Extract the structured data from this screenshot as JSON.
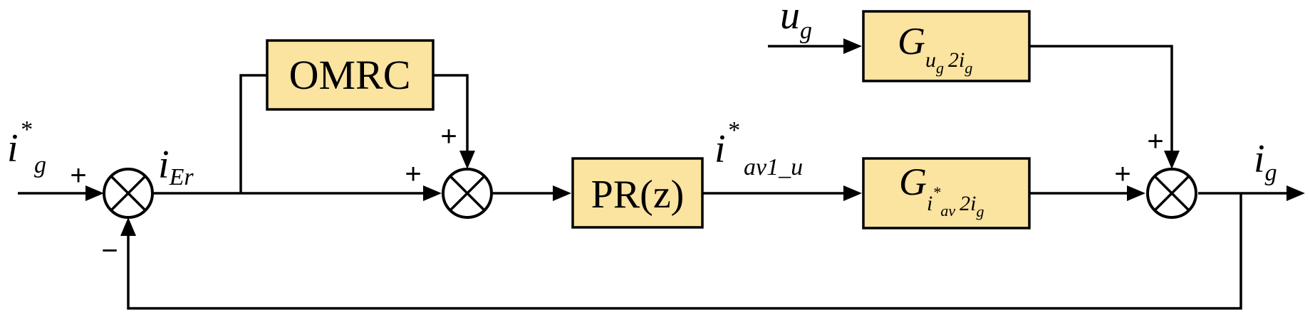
{
  "blocks": {
    "omrc": "OMRC",
    "pr": "PR(z)",
    "gug": {
      "main": "G",
      "sub1": "u",
      "sub2": "g",
      "sub3": "2i",
      "sub4": "g"
    },
    "giav": {
      "main": "G",
      "sub1": "i",
      "sup1": "*",
      "sub2": "av",
      "sub3": "2i",
      "sub4": "g"
    }
  },
  "signals": {
    "ig_ref": {
      "main": "i",
      "sup": "*",
      "sub": "g"
    },
    "ier": {
      "main": "i",
      "sub": "Er"
    },
    "iav": {
      "main": "i",
      "sup": "*",
      "sub": "av1_u"
    },
    "ug": {
      "main": "u",
      "sub": "g"
    },
    "ig_out": {
      "main": "i",
      "sub": "g"
    }
  },
  "signs": {
    "sum1_plus": "+",
    "sum1_minus": "−",
    "sum2_plus_left": "+",
    "sum2_plus_top": "+",
    "sum3_plus_left": "+",
    "sum3_plus_top": "+"
  }
}
